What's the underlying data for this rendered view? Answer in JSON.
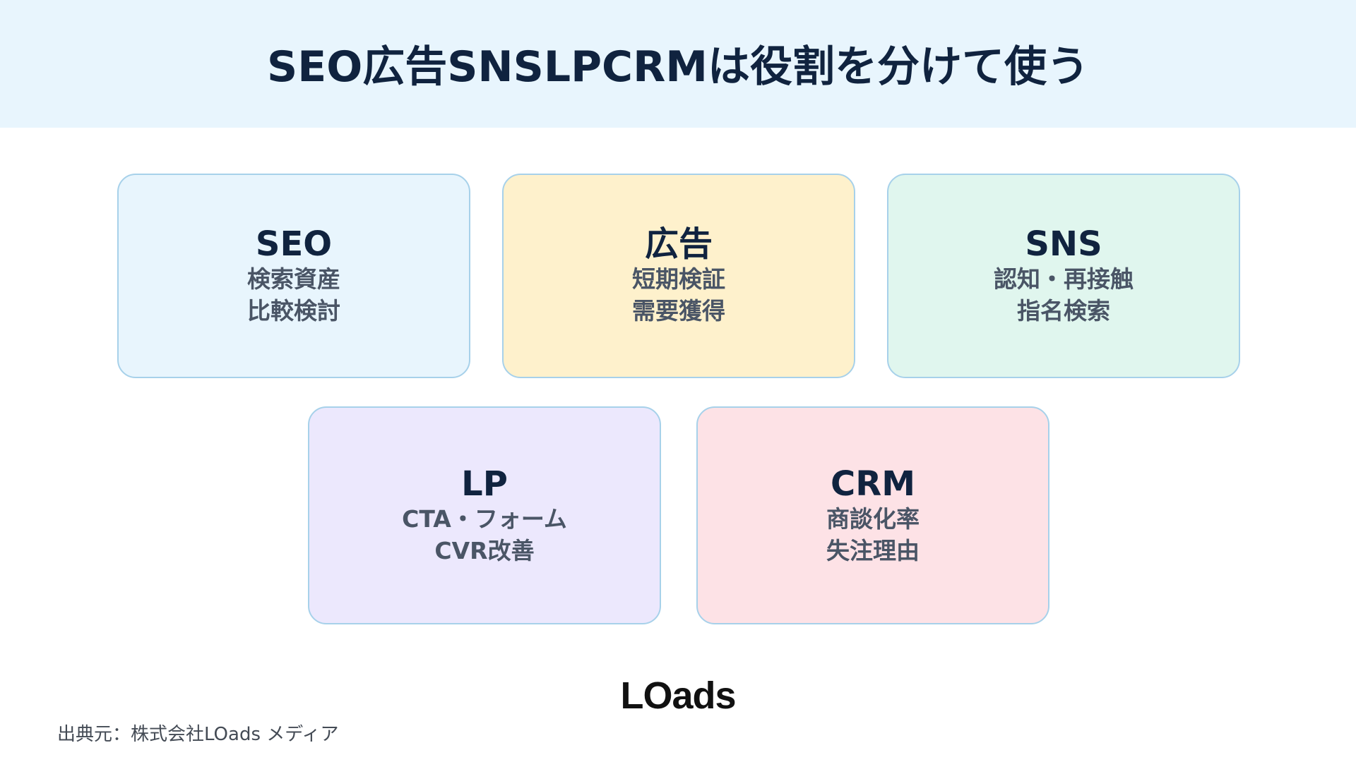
{
  "header": {
    "title": "SEO広告SNSLPCRMは役割を分けて使う"
  },
  "cards": [
    {
      "title": "SEO",
      "lines": [
        "検索資産",
        "比較検討"
      ],
      "color": "#e8f5fd"
    },
    {
      "title": "広告",
      "lines": [
        "短期検証",
        "需要獲得"
      ],
      "color": "#fef1cc"
    },
    {
      "title": "SNS",
      "lines": [
        "認知・再接触",
        "指名検索"
      ],
      "color": "#e0f6ee"
    },
    {
      "title": "LP",
      "lines": [
        "CTA・フォーム",
        "CVR改善"
      ],
      "color": "#ece8fd"
    },
    {
      "title": "CRM",
      "lines": [
        "商談化率",
        "失注理由"
      ],
      "color": "#fde2e6"
    }
  ],
  "logo": {
    "text": "LOads"
  },
  "footer": {
    "source": "出典元：株式会社LOads メディア"
  }
}
